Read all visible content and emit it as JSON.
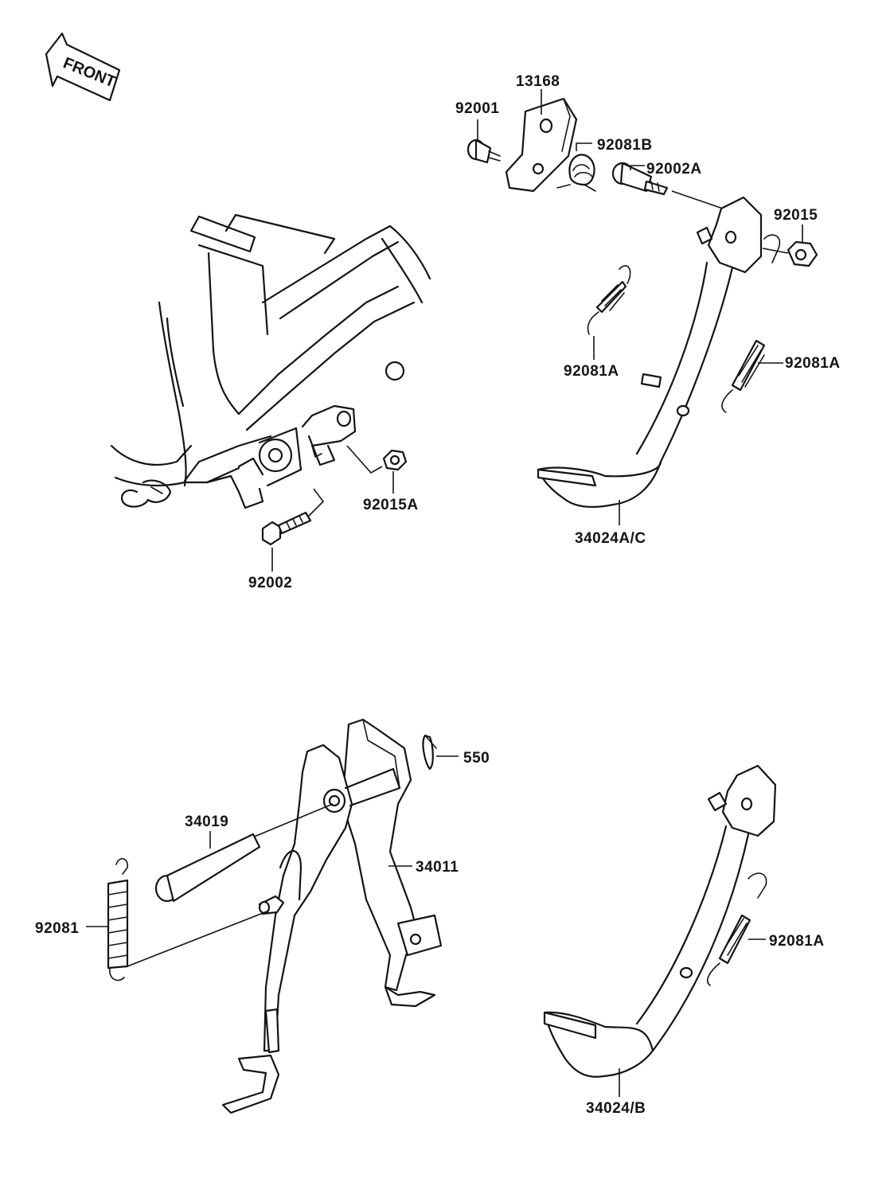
{
  "front_indicator": {
    "text": "FRONT"
  },
  "labels": {
    "p13168": "13168",
    "p92001": "92001",
    "p92081B": "92081B",
    "p92002A": "92002A",
    "p92015": "92015",
    "p92081A_left": "92081A",
    "p92081A_right": "92081A",
    "p34024AC": "34024A/C",
    "p92015A": "92015A",
    "p92002": "92002",
    "p550": "550",
    "p34019": "34019",
    "p34011": "34011",
    "p92081": "92081",
    "p92081A_lower": "92081A",
    "p34024B": "34024/B"
  }
}
